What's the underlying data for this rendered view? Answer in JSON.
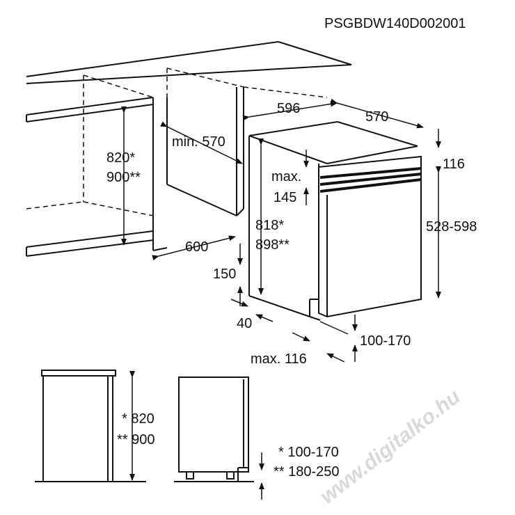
{
  "header": {
    "code": "PSGBDW140D002001"
  },
  "top_diagram": {
    "depth_596": "596",
    "width_570": "570",
    "min_570": "min. 570",
    "h_820": "820*",
    "h_900": "900**",
    "w_600": "600",
    "max_label": "max.",
    "max_145": "145",
    "d_116": "116",
    "panel_528_598": "528-598",
    "h_818": "818*",
    "h_898": "898**",
    "d_150": "150",
    "d_40": "40",
    "plinth_100_170": "100-170",
    "max_116": "max. 116"
  },
  "bottom_diagram": {
    "h_820": "* 820",
    "h_900": "** 900",
    "plinth_1": "* 100-170",
    "plinth_2": "** 180-250"
  },
  "watermark": {
    "text": "www.digitalko.hu"
  }
}
